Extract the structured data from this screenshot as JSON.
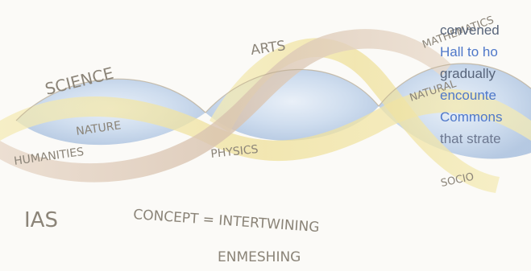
{
  "sketch": {
    "labels": {
      "science": "SCIENCE",
      "nature": "NATURE",
      "humanities": "HUMANITIES",
      "arts": "ARTS",
      "physics": "PHYSICS",
      "mathematics": "MATHEMATICS",
      "natural": "NATURAL",
      "social": "SOCIO",
      "ias": "IAS",
      "concept": "CONCEPT = INTERTWINING",
      "enmeshing": "ENMESHING"
    }
  },
  "excerpt": {
    "lines": [
      "convened",
      "Hall to ho",
      "gradually",
      "encounte",
      "Commons",
      "that strate"
    ]
  },
  "colors": {
    "ribbon_yellow": "#efe3a6",
    "ribbon_yellow_dark": "#d9c56a",
    "ribbon_tan": "#dbc7b4",
    "blue_fill": "#bcd0e8",
    "blue_light": "#dbe7f4",
    "text_dark": "#57647a",
    "text_blue": "#4f78c9"
  }
}
